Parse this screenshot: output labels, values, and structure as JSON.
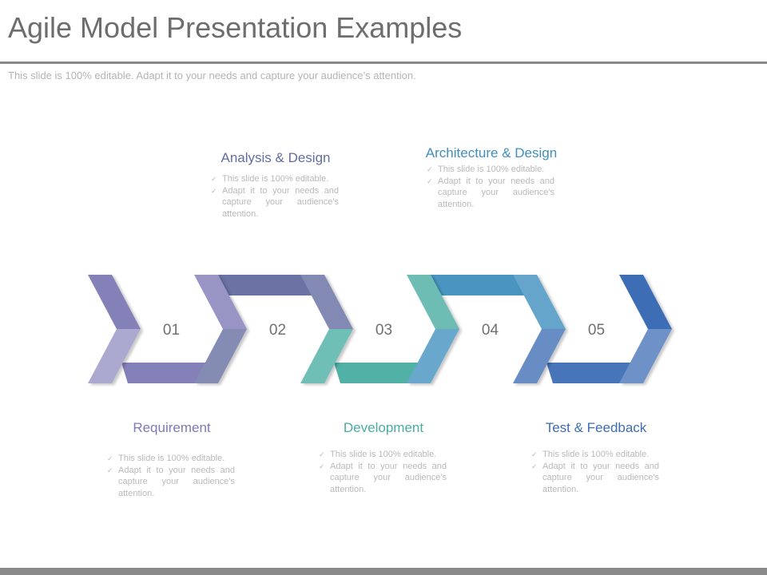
{
  "slide": {
    "title": "Agile Model Presentation Examples",
    "subtitle": "This slide is 100% editable. Adapt it to your needs and capture your audience’s attention."
  },
  "steps": [
    {
      "number": "01",
      "title": "Requirement",
      "color": "#7E7AB5",
      "points": [
        "This slide is 100% editable.",
        "Adapt it to your needs and capture your audience's attention."
      ]
    },
    {
      "number": "02",
      "title": "Analysis & Design",
      "color": "#636C9F",
      "points": [
        "This slide is 100% editable.",
        "Adapt it to your needs and capture your audience's attention."
      ]
    },
    {
      "number": "03",
      "title": "Development",
      "color": "#48ADA2",
      "points": [
        "This slide is 100% editable.",
        "Adapt it to your needs and capture your audience's attention."
      ]
    },
    {
      "number": "04",
      "title": "Architecture & Design",
      "color": "#3F8EBE",
      "points": [
        "This slide is 100% editable.",
        "Adapt it to your needs and capture your audience's attention."
      ]
    },
    {
      "number": "05",
      "title": "Test & Feedback",
      "color": "#3E6DB5",
      "points": [
        "This slide is 100% editable.",
        "Adapt it to your needs and capture your audience's attention."
      ]
    }
  ],
  "colors": {
    "title_text": "#6D6D6D",
    "rule": "#8A8A8A",
    "muted_text": "#B9B9B9",
    "number_text": "#707070"
  },
  "icons": {
    "bullet": "check-icon"
  }
}
